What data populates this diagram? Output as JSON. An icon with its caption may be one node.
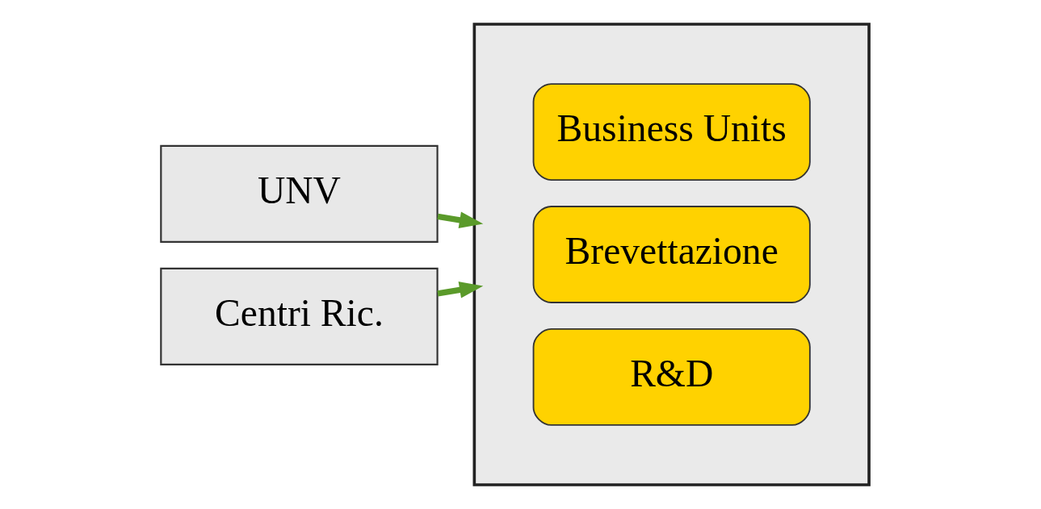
{
  "diagram": {
    "nodes": [
      {
        "text": [
          "UNV"
        ]
      },
      {
        "text": [
          "Centri Ric."
        ]
      },
      {
        "text": [],
        "shape": "box"
      },
      {
        "text": [
          "R&D"
        ],
        "in": 2
      },
      {
        "text": [
          "Brevettazione"
        ],
        "in": 2
      },
      {
        "text": [
          "Business Units"
        ],
        "in": 2
      }
    ],
    "edges": [
      {
        "from": 0,
        "to": 2,
        "arrow": "to"
      },
      {
        "from": 1,
        "to": 2,
        "arrow": "to"
      }
    ]
  }
}
